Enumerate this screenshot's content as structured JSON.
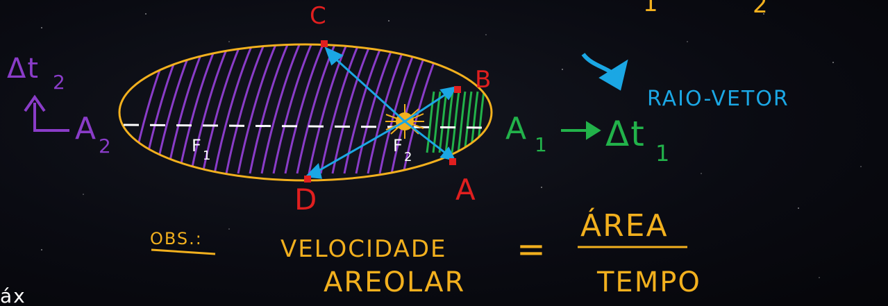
{
  "colors": {
    "orbit": "#f2b01e",
    "purple": "#8a3cc8",
    "green": "#22b24a",
    "blue": "#1ba7e4",
    "red": "#e01f1f",
    "white": "#ffffff",
    "yellow": "#f2b01e",
    "background": "#0a0b12"
  },
  "points": {
    "A": "A",
    "B": "B",
    "C": "C",
    "D": "D"
  },
  "foci": {
    "f1": "F",
    "f1_sub": "1",
    "f2": "F",
    "f2_sub": "2"
  },
  "areas": {
    "a2": "A",
    "a2_sub": "2",
    "dt2": "Δt",
    "dt2_sub": "2",
    "a1": "A",
    "a1_sub": "1",
    "dt1": "Δt",
    "dt1_sub": "1"
  },
  "labels": {
    "raio_vetor": "RAIO-VETOR",
    "top_partial_1": "1",
    "top_partial_2": "2"
  },
  "formula": {
    "obs": "OBS.:",
    "velocidade": "VELOCIDADE",
    "areolar": "AREOLAR",
    "equals": "=",
    "area": "ÁREA",
    "tempo": "TEMPO"
  },
  "corner_text": "áx"
}
